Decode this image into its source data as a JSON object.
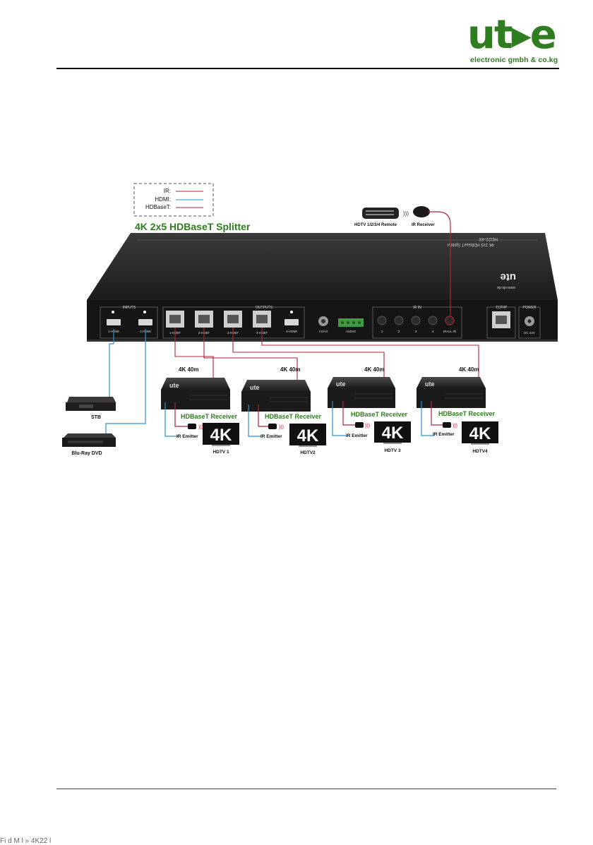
{
  "brand": {
    "letters": "ut▸e",
    "tagline": "electronic gmbh & co.kg",
    "color": "#2e7d1f"
  },
  "diagram": {
    "title": "4K 2x5 HDBaseT Splitter",
    "legend": [
      {
        "label": "IR:",
        "color": "#b0233a"
      },
      {
        "label": "HDMI:",
        "color": "#2b8fd1"
      },
      {
        "label": "HDBaseT:",
        "color": "#b0233a"
      }
    ],
    "device": {
      "top_label_1": "HD22-4X",
      "top_label_2": "4K 2x5 HDBaseT Splitter",
      "top_brand": "ute",
      "top_site": "www.ute.de",
      "sections": {
        "inputs": "INPUTS",
        "outputs": "OUTPUTS",
        "irin": "IR IN",
        "tcpip": "TCP/IP",
        "power": "POWER"
      },
      "ports": {
        "in1": "1-HDMI",
        "in2": "2-HDMI",
        "out1": "1-HDBT",
        "out2": "2-HDBT",
        "out3": "3-HDBT",
        "out4": "4-HDBT",
        "out5": "5-HDMI",
        "coax": "COAX",
        "audio": "AUDIO",
        "ir1": "1",
        "ir2": "2",
        "ir3": "3",
        "ir4": "4",
        "irall": "IRALL IN",
        "dc": "DC 24V"
      }
    },
    "remote_label": "HDTV 1/2/3/4 Remote",
    "ir_receiver_label": "IR Receiver",
    "sources": [
      {
        "label": "STB"
      },
      {
        "label": "Blu-Ray DVD"
      }
    ],
    "receivers": [
      {
        "distance": "4K 40m",
        "label": "HDBaseT Receiver",
        "emitter": "IR Emitter",
        "tv_badge": "4K",
        "tv": "HDTV 1"
      },
      {
        "distance": "4K 40m",
        "label": "HDBaseT Receiver",
        "emitter": "IR Emitter",
        "tv_badge": "4K",
        "tv": "HDTV2"
      },
      {
        "distance": "4K 40m",
        "label": "HDBaseT Receiver",
        "emitter": "IR Emitter",
        "tv_badge": "4K",
        "tv": "HDTV 3"
      },
      {
        "distance": "4K 40m",
        "label": "HDBaseT Receiver",
        "emitter": "IR Emitter",
        "tv_badge": "4K",
        "tv": "HDTV4"
      }
    ],
    "colors": {
      "ir": "#b0233a",
      "hdmi": "#2b8fd1",
      "receiver_text": "#2e7d1f",
      "title_text": "#2e7d1f"
    }
  },
  "footer": {
    "text": "Fi     d   M       l    »   4K22 l"
  }
}
